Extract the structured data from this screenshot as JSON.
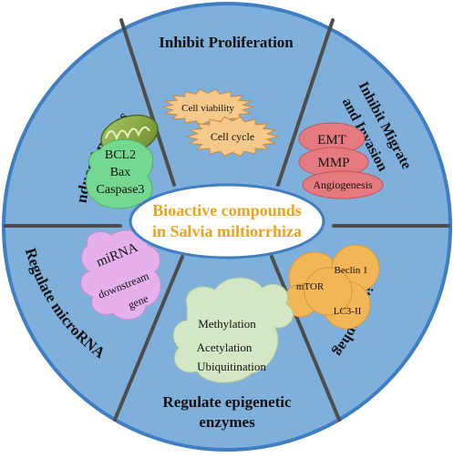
{
  "center": {
    "line1": "Bioactive compounds",
    "line2": "in Salvia miltiorrhiza",
    "text_color": "#f0a21e"
  },
  "colors": {
    "background": "#7fb0dc",
    "ring": "#3f7ec2",
    "divider": "#4d4d4d",
    "center_fill": "#ffffff",
    "center_stroke": "#3f7ec2",
    "label": "#111111"
  },
  "sectors": [
    {
      "key": "proliferation",
      "title_lines": [
        "Inhibit Proliferation"
      ],
      "items": [
        "Cell viability",
        "Cell cycle"
      ],
      "shape_color": "#f6c98a",
      "icon": "starburst-icon"
    },
    {
      "key": "migration",
      "title_lines": [
        "Inhibit Migrate",
        "and Invasion"
      ],
      "items": [
        "EMT",
        "MMP",
        "Angiogenesis"
      ],
      "shape_color": "#e57a80",
      "icon": "blob-stack-icon"
    },
    {
      "key": "autophagy",
      "title_lines": [
        "Inhibit Autophagy"
      ],
      "items": [
        "Beclin 1",
        "mTOR",
        "LC3-II"
      ],
      "shape_color": "#f2b657",
      "icon": "cluster-icon"
    },
    {
      "key": "epigenetic",
      "title_lines": [
        "Regulate epigenetic",
        "enzymes"
      ],
      "items": [
        "Methylation",
        "Acetylation",
        "Ubiquitination"
      ],
      "shape_color": "#d4e7c4",
      "icon": "cloud-icon"
    },
    {
      "key": "microrna",
      "title_lines": [
        "Regulate microRNA"
      ],
      "items": [
        "miRNA",
        "downstream",
        "gene"
      ],
      "shape_color": "#e5b0ec",
      "icon": "cloud-icon"
    },
    {
      "key": "apoptosis",
      "title_lines": [
        "Induce Apoptosis"
      ],
      "items": [
        "BCL2",
        "Bax",
        "Caspase3"
      ],
      "shape_color": "#74d891",
      "icon": "mitochondrion-icon"
    }
  ]
}
